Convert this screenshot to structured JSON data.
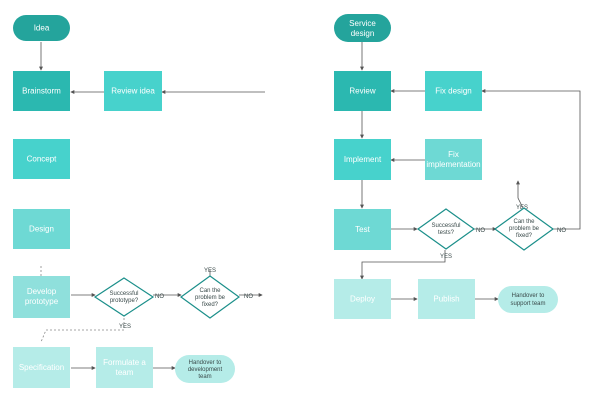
{
  "colors": {
    "terminal_dark": "#24a49c",
    "process_dark": "#2bb8b0",
    "process_mid": "#47d2cc",
    "process_light": "#8fe0dc",
    "process_pale": "#b5ece8",
    "decision_stroke": "#1b8f8a",
    "edge": "#555555"
  },
  "left_flow": {
    "start": "Idea",
    "brainstorm": "Brainstorm",
    "review_idea": "Review idea",
    "concept": "Concept",
    "design": "Design",
    "develop_prototype": [
      "Develop",
      "prototype"
    ],
    "successful_prototype": [
      "Successful",
      "prototype?"
    ],
    "fix_problem": [
      "Can the",
      "problem be",
      "fixed?"
    ],
    "specification": "Specification",
    "formulate_team": [
      "Formulate a",
      "team"
    ],
    "handover": [
      "Handover to",
      "development",
      "team"
    ]
  },
  "right_flow": {
    "start": [
      "Service",
      "design"
    ],
    "review": "Review",
    "fix_design": "Fix design",
    "implement": "Implement",
    "fix_implementation": [
      "Fix",
      "implementation"
    ],
    "test": "Test",
    "successful_tests": [
      "Successful",
      "tests?"
    ],
    "fix_problem": [
      "Can the",
      "problem be",
      "fixed?"
    ],
    "deploy": "Deploy",
    "publish": "Publish",
    "handover": [
      "Handover to",
      "support team"
    ]
  },
  "edge_labels": {
    "yes": "YES",
    "no": "NO"
  }
}
